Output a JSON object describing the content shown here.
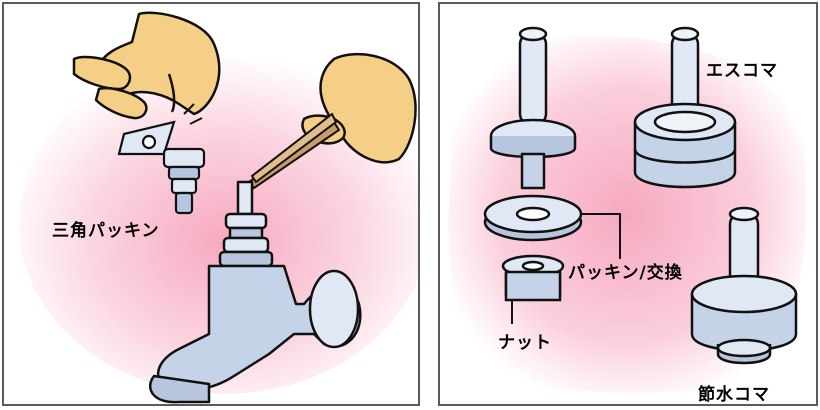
{
  "left_panel": {
    "labels": {
      "triangle_packing": "三角パッキン"
    }
  },
  "right_panel": {
    "labels": {
      "s_koma": "エスコマ",
      "packing_replace": "パッキン/交換",
      "nut": "ナット",
      "water_saving_koma": "節水コマ"
    }
  },
  "colors": {
    "outline": "#111111",
    "metal_light": "#dfe8f4",
    "metal_mid": "#b7c6de",
    "skin": "#f6cf86",
    "pink_glow": "#f6b6c8"
  }
}
